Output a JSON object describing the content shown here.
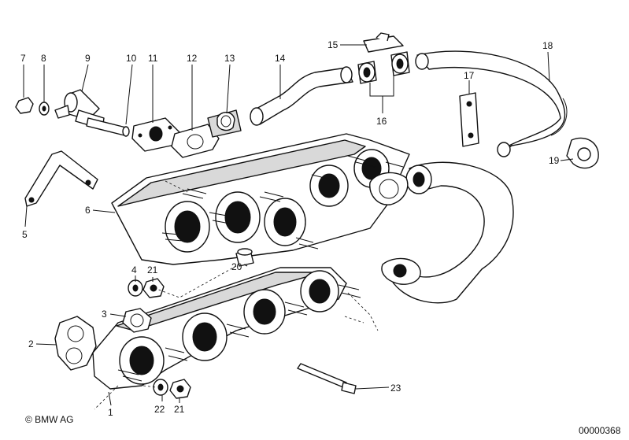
{
  "diagram": {
    "labels": [
      "7",
      "8",
      "9",
      "10",
      "11",
      "12",
      "13",
      "14",
      "15",
      "16",
      "17",
      "18",
      "19",
      "6",
      "5",
      "4",
      "21",
      "20",
      "3",
      "2",
      "22",
      "21",
      "1",
      "23"
    ],
    "copyright": "© BMW AG",
    "doc_number": "00000368"
  }
}
